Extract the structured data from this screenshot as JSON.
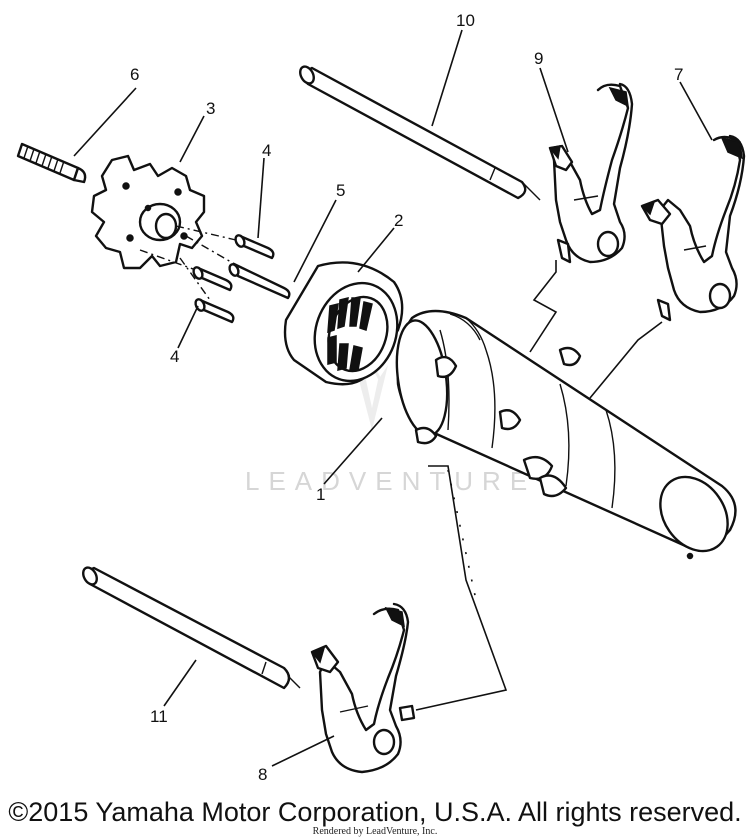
{
  "callouts": {
    "c1": "1",
    "c2": "2",
    "c3": "3",
    "c4a": "4",
    "c4b": "4",
    "c5": "5",
    "c6": "6",
    "c7": "7",
    "c8": "8",
    "c9": "9",
    "c10": "10",
    "c11": "11"
  },
  "watermark": "LEADVENTURE",
  "footer": {
    "copyright": "©2015 Yamaha Motor Corporation, U.S.A. All rights reserved.",
    "rendered_by": "Rendered by LeadVenture, Inc."
  },
  "colors": {
    "ink": "#111111",
    "watermark": "#d6d6d6",
    "background": "#ffffff"
  }
}
